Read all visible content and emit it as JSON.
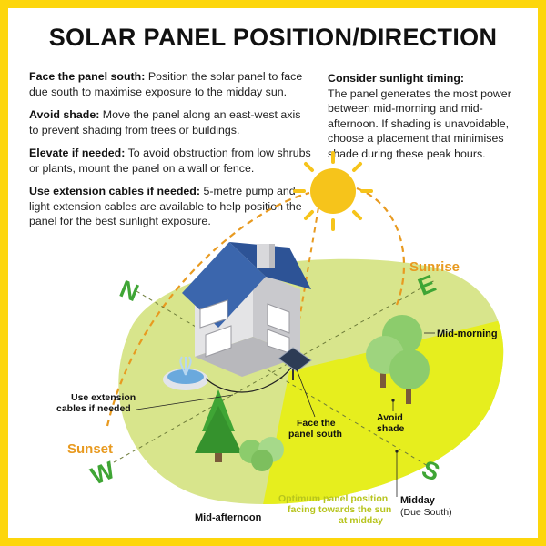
{
  "title": "SOLAR PANEL POSITION/DIRECTION",
  "tips": [
    {
      "heading": "Face the panel south:",
      "text": "Position the solar panel to face due south to maximise exposure to the midday sun."
    },
    {
      "heading": "Avoid shade:",
      "text": "Move the panel along an east-west axis to prevent shading from trees or buildings."
    },
    {
      "heading": "Elevate if needed:",
      "text": "To avoid obstruction from low shrubs or plants, mount the panel on a wall or fence."
    },
    {
      "heading": "Use extension cables if needed:",
      "text": "5-metre pump and light extension cables are available to help position the panel for the best sunlight exposure."
    }
  ],
  "sunlight": {
    "heading": "Consider sunlight timing:",
    "text": "The panel generates the most power between mid-morning and mid-afternoon. If shading is unavoidable, choose a placement that minimises shade during these peak hours."
  },
  "compass": {
    "north": "N",
    "east": "E",
    "south": "S",
    "west": "W"
  },
  "labels": {
    "sunrise": "Sunrise",
    "sunset": "Sunset",
    "mid_morning": "Mid-morning",
    "mid_afternoon": "Mid-afternoon",
    "midday": "Midday",
    "due_south": "(Due South)",
    "avoid_shade_1": "Avoid",
    "avoid_shade_2": "shade",
    "face_south_1": "Face the",
    "face_south_2": "panel south",
    "cables_1": "Use extension",
    "cables_2": "cables if needed",
    "optimum_1": "Optimum panel position",
    "optimum_2": "facing towards the sun",
    "optimum_3": "at midday"
  },
  "colors": {
    "border": "#fdd60c",
    "ground_light": "#d8e58c",
    "ground_bright": "#e6ee1e",
    "compass_green": "#3fa535",
    "accent_orange": "#e89a20",
    "sun": "#f6c41b",
    "roof": "#3b66ad",
    "optimum_text": "#b7c41d"
  }
}
